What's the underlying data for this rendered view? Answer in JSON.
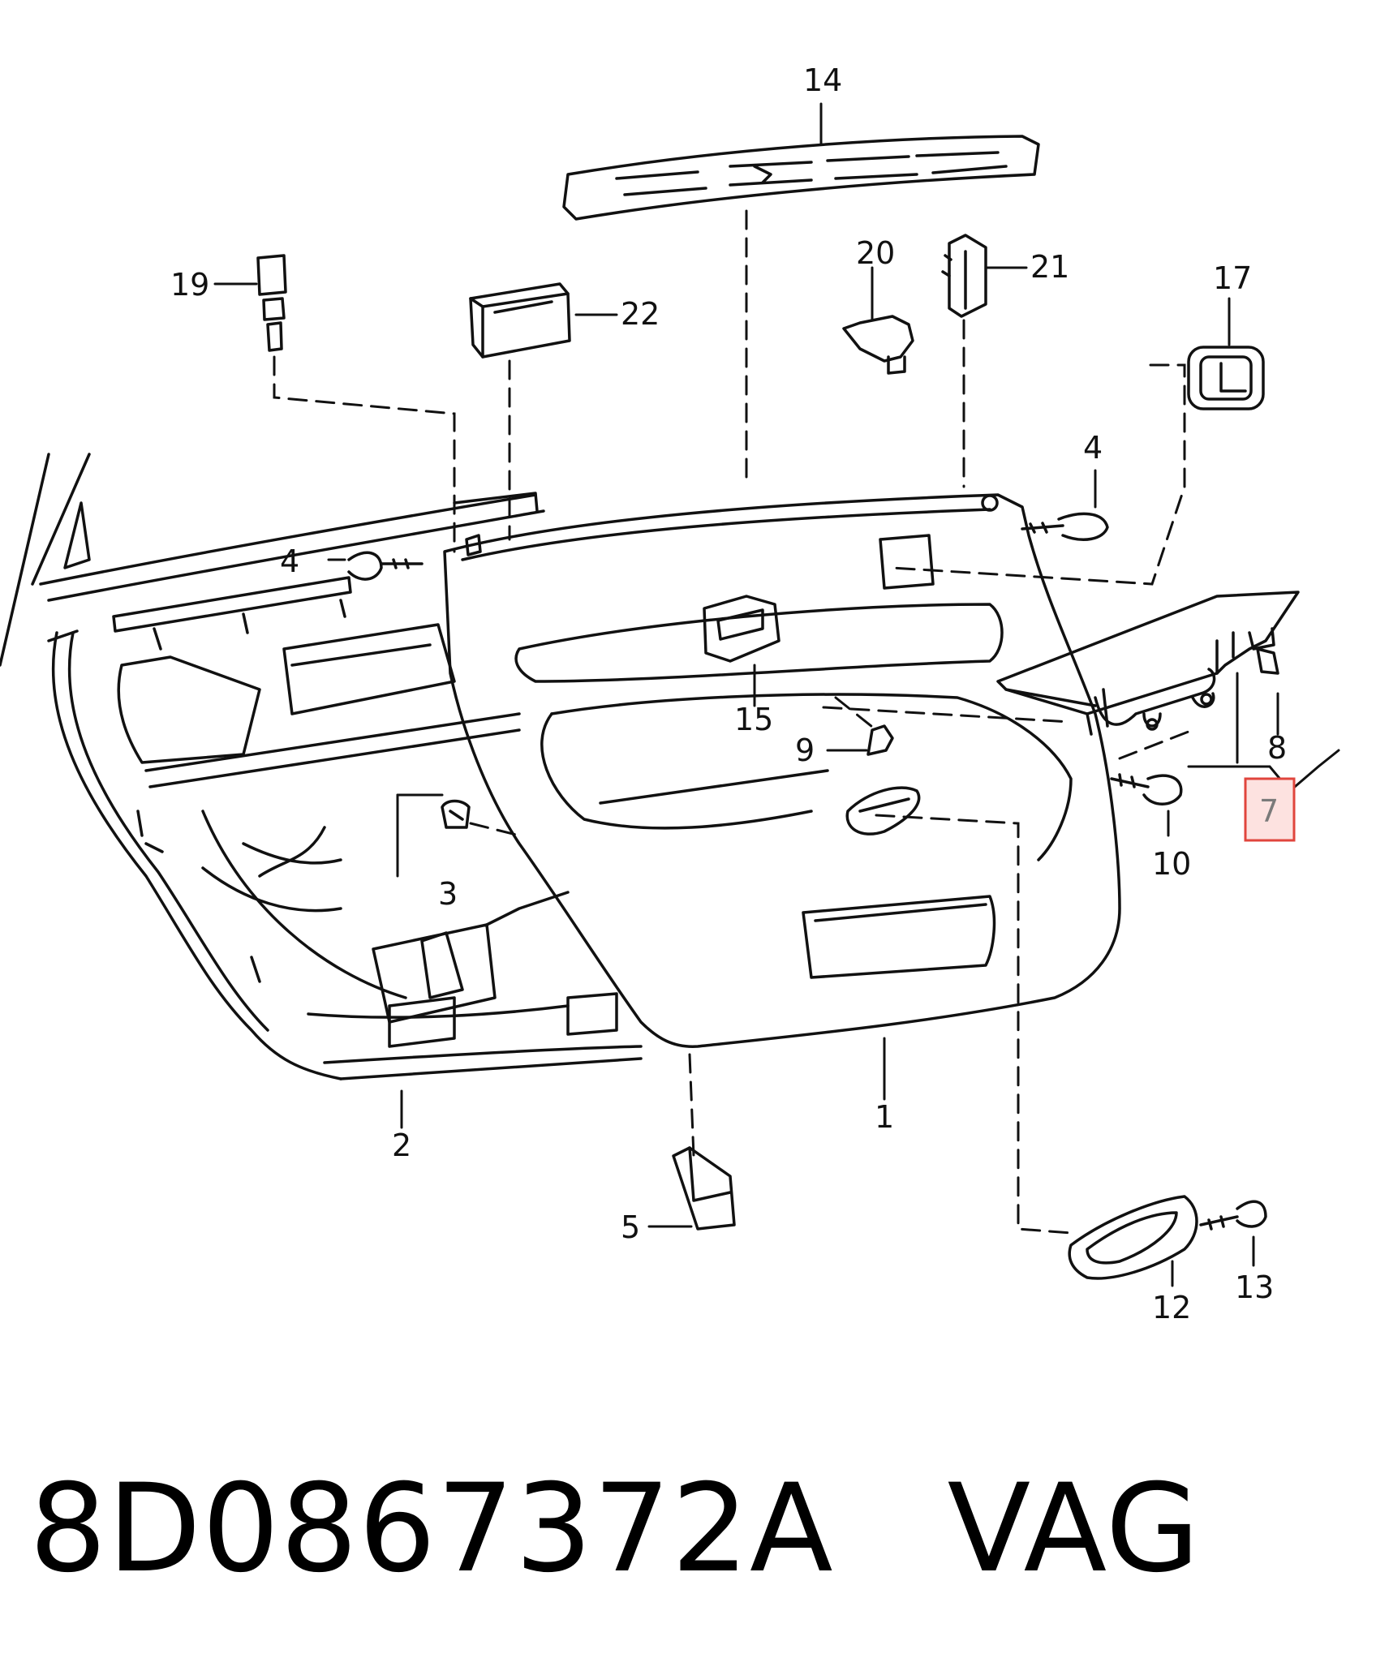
{
  "diagram": {
    "part_numbers": [
      "14",
      "19",
      "22",
      "20",
      "21",
      "17",
      "4",
      "4",
      "15",
      "9",
      "8",
      "7",
      "10",
      "3",
      "2",
      "1",
      "5",
      "12",
      "13"
    ],
    "highlighted_part": "7",
    "highlight_color": "#e0453d",
    "highlight_fill": "#fde2e0",
    "line_color": "#111111"
  },
  "caption": {
    "part_code": "8D0867372A",
    "brand": "VAG"
  }
}
